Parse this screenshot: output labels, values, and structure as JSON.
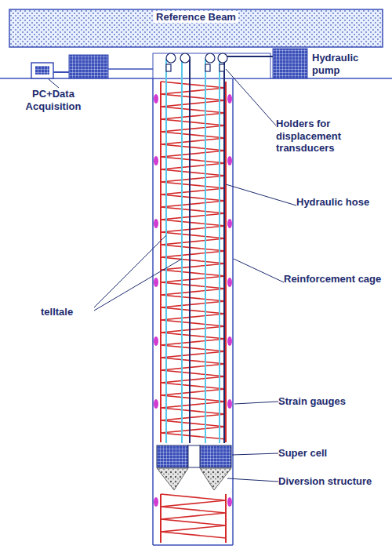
{
  "diagram": {
    "nodes": [
      {
        "text": [
          "Reference Beam"
        ]
      }
    ],
    "labels": [
      "Hydraulic pump",
      "PC+Data Acquisition",
      "Holders for displacement transducers",
      "Hydraulic hose",
      "Reinforcement cage",
      "telltale",
      "Strain gauges",
      "Super cell",
      "Diversion structure"
    ]
  }
}
